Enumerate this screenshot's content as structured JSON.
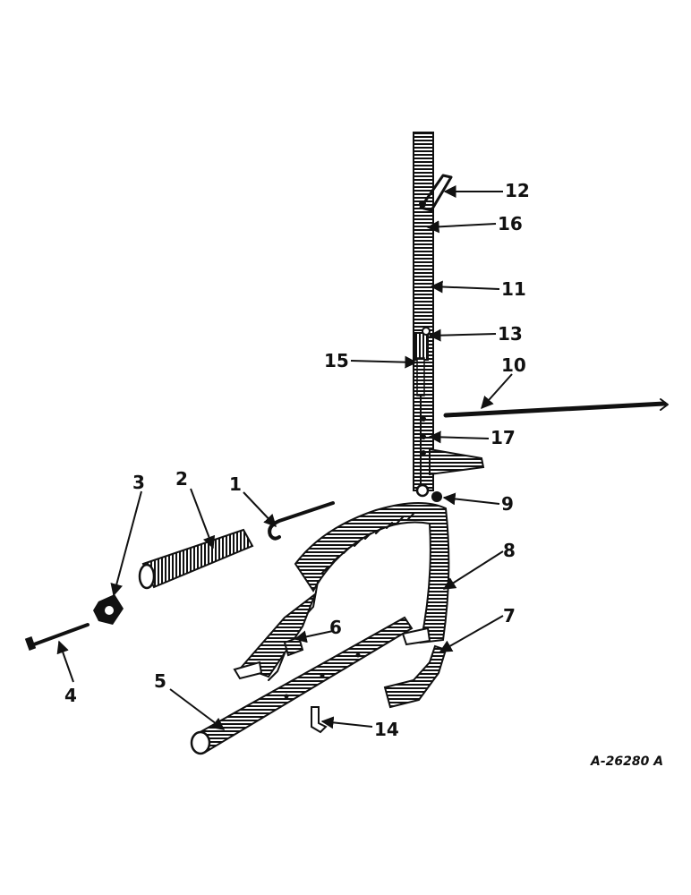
{
  "diagram": {
    "reference_code": "A-26280 A",
    "callouts": [
      "1",
      "2",
      "3",
      "4",
      "5",
      "6",
      "7",
      "8",
      "9",
      "10",
      "11",
      "12",
      "13",
      "14",
      "15",
      "16",
      "17"
    ]
  }
}
